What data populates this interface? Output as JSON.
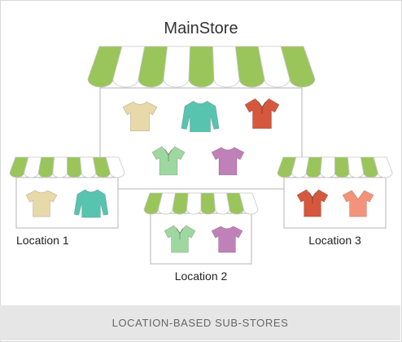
{
  "main_store": {
    "title": "MainStore"
  },
  "locations": [
    {
      "label": "Location 1"
    },
    {
      "label": "Location 2"
    },
    {
      "label": "Location 3"
    }
  ],
  "footer": {
    "text": "LOCATION-BASED  SUB-STORES"
  },
  "colors": {
    "awning_green": "#9ac55a",
    "awning_white": "#ffffff",
    "outline": "#b5b5b5",
    "shirt_cream": "#e8d9a8",
    "shirt_teal": "#57c4b0",
    "shirt_red": "#d5583e",
    "shirt_mint": "#9fd7a0",
    "shirt_purple": "#c080b8",
    "shirt_salmon": "#f3937a"
  },
  "icons": {
    "main": [
      "tshirt-cream-icon",
      "longsleeve-teal-icon",
      "polo-red-icon",
      "polo-mint-icon",
      "tshirt-purple-icon"
    ],
    "location_1": [
      "tshirt-cream-icon",
      "longsleeve-teal-icon"
    ],
    "location_2": [
      "polo-mint-icon",
      "tshirt-purple-icon"
    ],
    "location_3": [
      "polo-red-icon",
      "vneck-salmon-icon"
    ]
  }
}
